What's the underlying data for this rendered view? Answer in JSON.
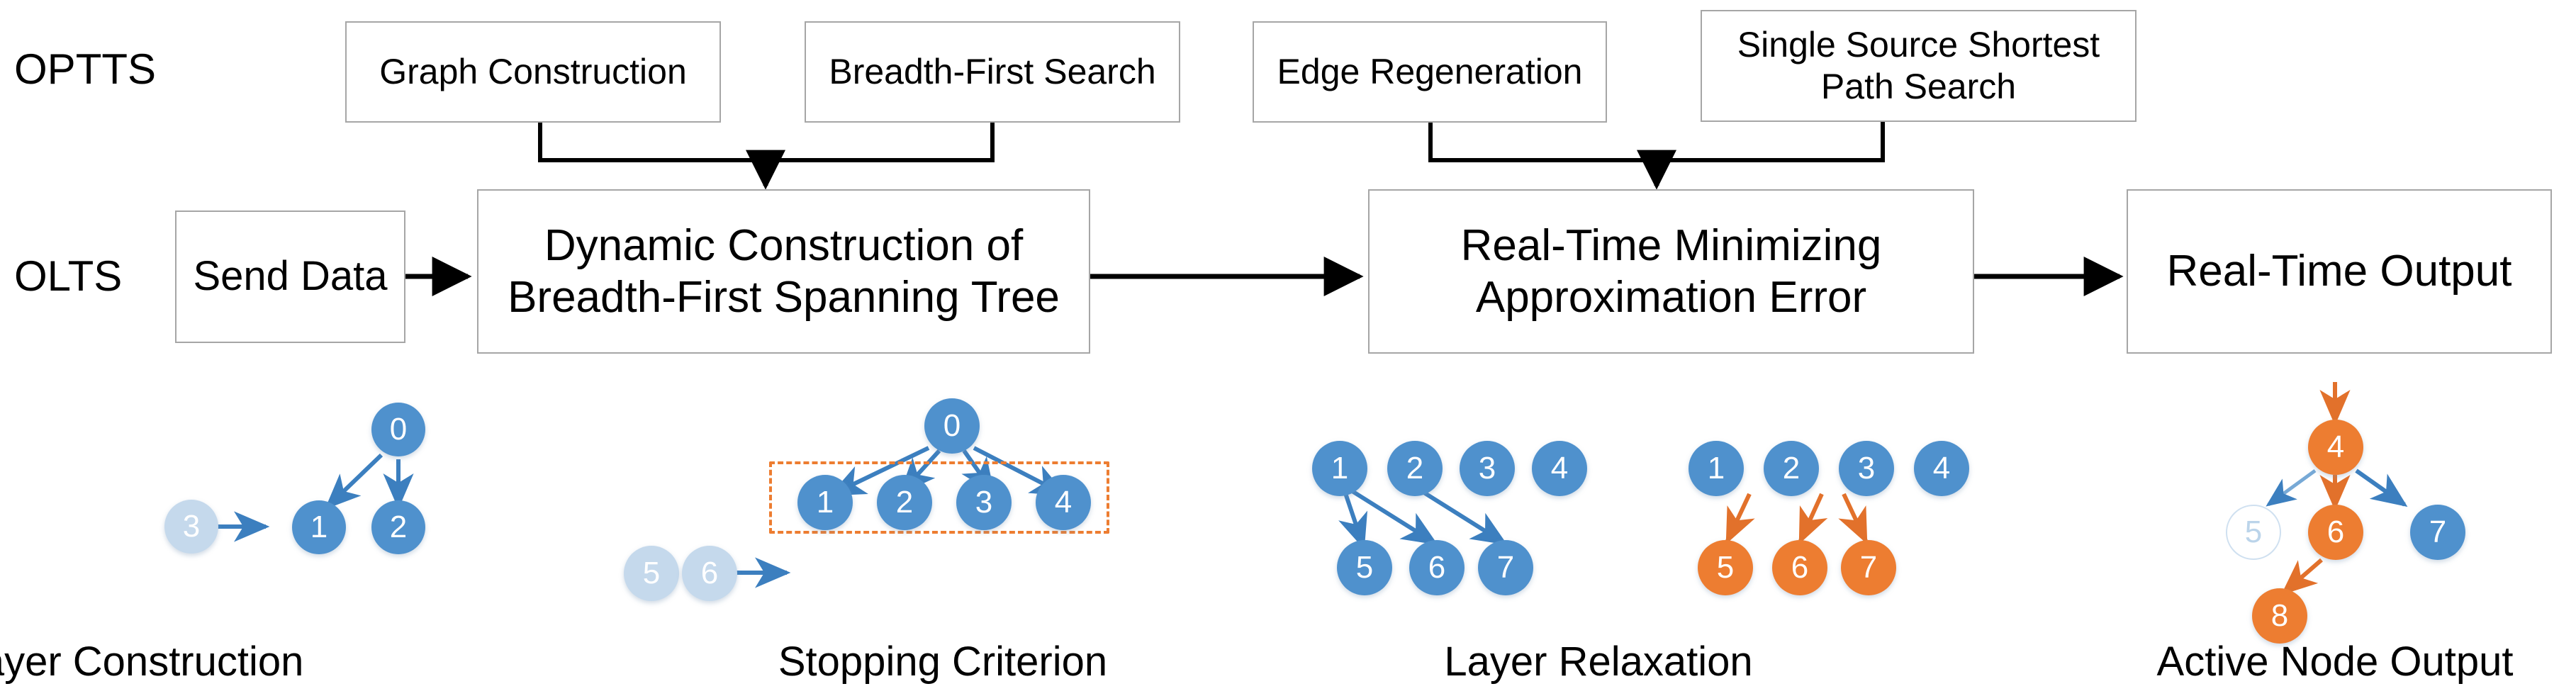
{
  "colors": {
    "node_blue": "#4F91CD",
    "node_pale": "#C5D9EC",
    "node_orange": "#ED7D31",
    "box_border": "#A6A6A6",
    "arrow_black": "#000000",
    "arrow_blue": "#3C7FBF",
    "arrow_orange": "#ED7D31",
    "dash_orange": "#ED7D31"
  },
  "rows": {
    "optts_label": "OPTTS",
    "olts_label": "OLTS"
  },
  "optts_boxes": [
    {
      "id": "graph-construction",
      "label": "Graph Construction"
    },
    {
      "id": "breadth-first-search",
      "label": "Breadth-First Search"
    },
    {
      "id": "edge-regeneration",
      "label": "Edge Regeneration"
    },
    {
      "id": "single-source-shortest-path-search",
      "label": "Single Source Shortest Path Search"
    }
  ],
  "olts_boxes": [
    {
      "id": "send-data",
      "label": "Send Data"
    },
    {
      "id": "dynamic-construction",
      "label": "Dynamic Construction of Breadth-First Spanning Tree"
    },
    {
      "id": "real-time-minimizing",
      "label": "Real-Time Minimizing Approximation Error"
    },
    {
      "id": "real-time-output",
      "label": "Real-Time Output"
    }
  ],
  "panels": [
    {
      "id": "layer-construction",
      "caption": "Layer Construction",
      "nodes": [
        {
          "label": "3",
          "style": "pale"
        },
        {
          "label": "0",
          "style": "blue"
        },
        {
          "label": "1",
          "style": "blue"
        },
        {
          "label": "2",
          "style": "blue"
        }
      ],
      "edges": [
        {
          "from": "3",
          "to": "",
          "color": "blue"
        },
        {
          "from": "0",
          "to": "1",
          "color": "blue"
        },
        {
          "from": "0",
          "to": "2",
          "color": "blue"
        }
      ]
    },
    {
      "id": "stopping-criterion",
      "caption": "Stopping Criterion",
      "nodes": [
        {
          "label": "0",
          "style": "blue"
        },
        {
          "label": "1",
          "style": "blue"
        },
        {
          "label": "2",
          "style": "blue"
        },
        {
          "label": "3",
          "style": "blue"
        },
        {
          "label": "4",
          "style": "blue"
        },
        {
          "label": "5",
          "style": "pale"
        },
        {
          "label": "6",
          "style": "pale"
        }
      ],
      "edges": [
        {
          "from": "0",
          "to": "1",
          "color": "blue"
        },
        {
          "from": "0",
          "to": "2",
          "color": "blue"
        },
        {
          "from": "0",
          "to": "3",
          "color": "blue"
        },
        {
          "from": "0",
          "to": "4",
          "color": "blue"
        },
        {
          "from": "6",
          "to": "",
          "color": "blue"
        }
      ],
      "highlight_box": "dashed-orange-around-nodes-1-2-3-4"
    },
    {
      "id": "layer-relaxation",
      "caption": "Layer Relaxation",
      "subgraph_left": {
        "nodes": [
          {
            "label": "1",
            "style": "blue"
          },
          {
            "label": "2",
            "style": "blue"
          },
          {
            "label": "3",
            "style": "blue"
          },
          {
            "label": "4",
            "style": "blue"
          },
          {
            "label": "5",
            "style": "blue"
          },
          {
            "label": "6",
            "style": "blue"
          },
          {
            "label": "7",
            "style": "blue"
          }
        ],
        "edges": [
          {
            "from": "1",
            "to": "5",
            "color": "blue"
          },
          {
            "from": "1",
            "to": "6",
            "color": "blue"
          },
          {
            "from": "2",
            "to": "7",
            "color": "blue"
          }
        ]
      },
      "subgraph_right": {
        "nodes": [
          {
            "label": "1",
            "style": "blue"
          },
          {
            "label": "2",
            "style": "blue"
          },
          {
            "label": "3",
            "style": "blue"
          },
          {
            "label": "4",
            "style": "blue"
          },
          {
            "label": "5",
            "style": "orange"
          },
          {
            "label": "6",
            "style": "orange"
          },
          {
            "label": "7",
            "style": "orange"
          }
        ],
        "edges": [
          {
            "from": "2",
            "to": "5",
            "color": "orange"
          },
          {
            "from": "3",
            "to": "6",
            "color": "orange"
          },
          {
            "from": "3",
            "to": "7",
            "color": "orange"
          }
        ]
      }
    },
    {
      "id": "active-node-output",
      "caption": "Active Node Output",
      "nodes": [
        {
          "label": "4",
          "style": "orange"
        },
        {
          "label": "5",
          "style": "hollow"
        },
        {
          "label": "6",
          "style": "orange"
        },
        {
          "label": "7",
          "style": "blue"
        },
        {
          "label": "8",
          "style": "orange"
        }
      ],
      "edges": [
        {
          "from": "incoming",
          "to": "4",
          "color": "orange"
        },
        {
          "from": "4",
          "to": "5",
          "color": "blue"
        },
        {
          "from": "4",
          "to": "6",
          "color": "orange"
        },
        {
          "from": "4",
          "to": "7",
          "color": "blue"
        },
        {
          "from": "6",
          "to": "8",
          "color": "orange"
        }
      ]
    }
  ]
}
